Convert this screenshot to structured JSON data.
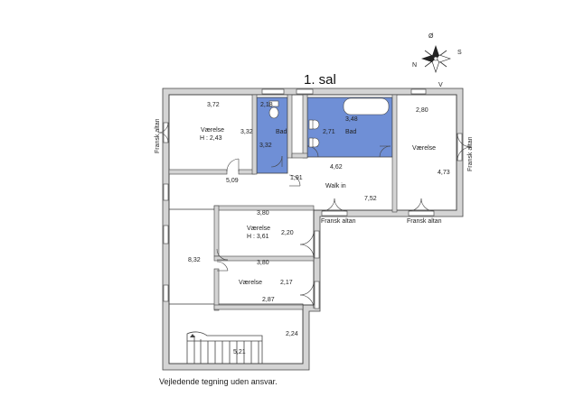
{
  "floor_title": "1. sal",
  "compass": {
    "n": "N",
    "s": "S",
    "o": "Ø",
    "v": "V"
  },
  "colors": {
    "bath": "#6f8fd6",
    "wall": "#d4d4d4",
    "line": "#444444"
  },
  "rooms": {
    "room1": {
      "name": "Værelse",
      "height": "H : 2,43",
      "dim_top": "3,72",
      "dim_right": "3,32",
      "dim_bottom": "5,09"
    },
    "bath1": {
      "name": "Bad",
      "dim_top": "2,18",
      "dim_left": "3,32"
    },
    "bath2": {
      "name": "Bad",
      "dim_top": "3,48",
      "dim_left": "2,71"
    },
    "room2": {
      "name": "Værelse",
      "dim_top": "2,80",
      "dim_right": "4,73"
    },
    "walkin": {
      "name": "Walk in",
      "dim_top": "4,62",
      "dim_right": "1,91",
      "dim_bottom": "7,52"
    },
    "room3": {
      "name": "Værelse",
      "height": "H : 3,61",
      "dim_top": "3,80",
      "dim_right": "2,20"
    },
    "room4": {
      "name": "Værelse",
      "dim_top": "3,80",
      "dim_right": "2,17",
      "dim_bottom": "2,87"
    },
    "hall": {
      "dim_left": "8,32",
      "dim_right": "2,24",
      "dim_bottom": "5,21"
    }
  },
  "balconies": [
    "Fransk altan",
    "Fransk altan",
    "Fransk altan",
    "Fransk altan"
  ],
  "disclaimer": "Vejledende tegning uden ansvar."
}
